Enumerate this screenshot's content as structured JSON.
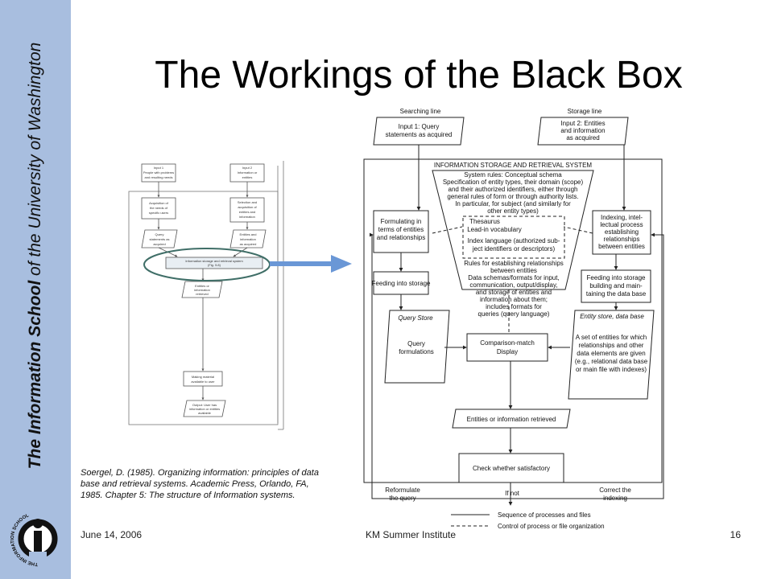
{
  "slide": {
    "title": "The Workings of the Black Box",
    "sidebar": {
      "the": "The",
      "information_school": "Information School",
      "of_the": "of the",
      "university_of_washington": "University of Washington"
    },
    "logo": {
      "ring_text": "THE INFORMATION SCHOOL",
      "icon_name": "ischool-logo-icon"
    },
    "citation": "Soergel, D. (1985). Organizing information: principles of data base and retrieval systems. Academic Press, Orlando, FA, 1985. Chapter 5: The structure of Information systems.",
    "footer": {
      "date": "June 14, 2006",
      "center": "KM Summer Institute",
      "page": "16"
    },
    "colors": {
      "sidebar": "#a8bedf",
      "arrow": "#6a97d6",
      "highlight_ring": "#3f6e67"
    }
  },
  "small_diagram": {
    "input1": [
      "Input 1",
      "People with problems",
      "and resulting needs"
    ],
    "input2": [
      "Input 2",
      "Information or",
      "entities"
    ],
    "acquisition": [
      "Acquisition of",
      "the needs of",
      "specific users"
    ],
    "selection": [
      "Selection and",
      "acquisition of",
      "entities and",
      "information"
    ],
    "query": [
      "Query",
      "statements as",
      "acquired"
    ],
    "entities": [
      "Entities and",
      "information",
      "as acquired"
    ],
    "system": [
      "Information storage and retrieval system",
      "(Fig. 5.8)"
    ],
    "retrieved": [
      "Entities or",
      "information",
      "retrieved"
    ],
    "making": [
      "Making material",
      "available to user"
    ],
    "output": [
      "Output: User has",
      "information or entities",
      "available"
    ]
  },
  "big_diagram": {
    "searching_line": "Searching line",
    "storage_line": "Storage line",
    "input1": [
      "Input 1: Query",
      "statements as acquired"
    ],
    "input2": [
      "Input 2: Entities",
      "and information",
      "as acquired"
    ],
    "system_title": "INFORMATION STORAGE AND RETRIEVAL SYSTEM",
    "system_rules": [
      "System rules: Conceptual schema",
      "Specification of entity types, their domain (scope)",
      "and their authorized identifiers, either through",
      "general rules of form or through authority lists.",
      "In particular, for subject (and similarly for",
      "other entity types)"
    ],
    "thesaurus": [
      "Thesaurus",
      "Lead-in vocabulary",
      "Index language (authorized sub-",
      "ject identifiers or descriptors)"
    ],
    "rules_rel": [
      "Rules for establishing relationships",
      "between entities",
      "Data schemas/formats for input,",
      "communication, output/display,",
      "and storage of entities and",
      "information about them;",
      "includes formats for",
      "queries (query language)"
    ],
    "formulating": [
      "Formulating in",
      "terms of entities",
      "and relationships"
    ],
    "indexing": [
      "Indexing, intel-",
      "lectual process",
      "establishing",
      "relationships",
      "between entities"
    ],
    "feeding_storage": [
      "Feeding into storage"
    ],
    "feeding_building": [
      "Feeding into storage",
      "building and main-",
      "taining the data base"
    ],
    "query_store": [
      "Query Store"
    ],
    "query_form": [
      "Query",
      "formulations"
    ],
    "comparison": [
      "Comparison-match",
      "Display"
    ],
    "entity_store": [
      "Entity store, data base"
    ],
    "entity_set": [
      "A set of entities for which",
      "relationships and other",
      "data elements are given",
      "(e.g., relational data base",
      "or main file with indexes)"
    ],
    "retrieved": [
      "Entities or information retrieved"
    ],
    "check": [
      "Check whether satisfactory"
    ],
    "reformulate": [
      "Reformulate",
      "the query"
    ],
    "if_not": [
      "If not"
    ],
    "correct": [
      "Correct the",
      "indexing"
    ],
    "legend_solid": "Sequence of processes and files",
    "legend_dashed": "Control of process or file organization"
  }
}
